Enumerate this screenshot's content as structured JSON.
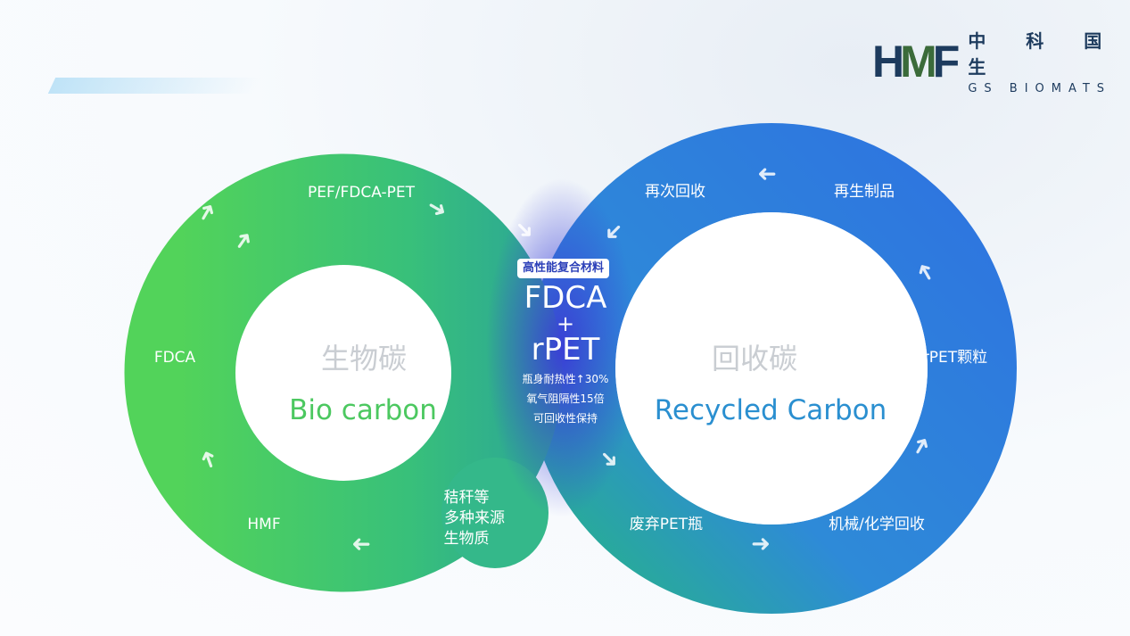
{
  "logo": {
    "mark": "HMF",
    "name_cn": "中 科 国 生",
    "name_en": "GS BIOMATS"
  },
  "left_cycle": {
    "title_cn": "生物碳",
    "title_en": "Bio carbon",
    "color": "#4cc860",
    "steps": [
      "PEF/FDCA-PET",
      "FDCA",
      "HMF",
      "秸秆等",
      "多种来源",
      "生物质"
    ]
  },
  "right_cycle": {
    "title_cn": "回收碳",
    "title_en": "Recycled Carbon",
    "color": "#2a7fd6",
    "steps": [
      "再次回收",
      "再生制品",
      "rPET颗粒",
      "机械/化学回收",
      "废弃PET瓶"
    ]
  },
  "center": {
    "badge": "高性能复合材料",
    "line1": "FDCA",
    "plus": "+",
    "line2": "rPET",
    "benefits": [
      "瓶身耐热性↑30%",
      "氧气阻隔性15倍",
      "可回收性保持"
    ]
  }
}
